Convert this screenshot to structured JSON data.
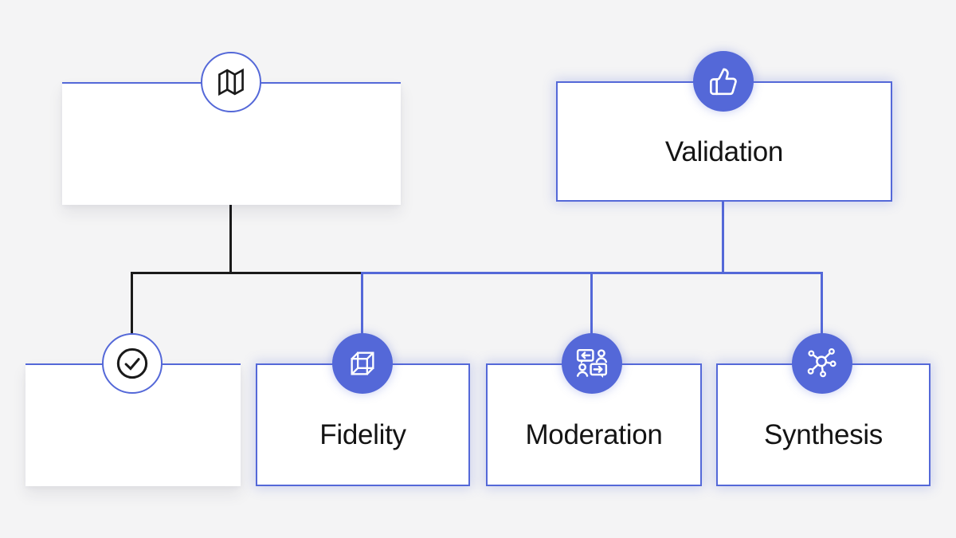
{
  "diagram": {
    "title": "process-tree-diagram",
    "colors": {
      "accent": "#5468D8",
      "line_black": "#1A1A1A",
      "background": "#F4F4F5",
      "node_fill": "#FFFFFF",
      "text": "#141414"
    },
    "nodes": {
      "map": {
        "label": "",
        "icon": "map-icon",
        "style": "white-open-top-border"
      },
      "validation": {
        "label": "Validation",
        "icon": "thumbs-up-icon",
        "style": "blue-bordered"
      },
      "check": {
        "label": "",
        "icon": "check-circle-icon",
        "style": "white-open-top-border"
      },
      "fidelity": {
        "label": "Fidelity",
        "icon": "cube-icon",
        "style": "blue-bordered"
      },
      "moderation": {
        "label": "Moderation",
        "icon": "speech-people-icon",
        "style": "blue-bordered"
      },
      "synthesis": {
        "label": "Synthesis",
        "icon": "network-hub-icon",
        "style": "blue-bordered"
      }
    },
    "edges": [
      {
        "from": "map",
        "to": "check",
        "color": "black"
      },
      {
        "from": "map",
        "to": "fidelity",
        "color": "black-then-blue"
      },
      {
        "from": "validation",
        "to": "fidelity",
        "color": "blue"
      },
      {
        "from": "validation",
        "to": "moderation",
        "color": "blue"
      },
      {
        "from": "validation",
        "to": "synthesis",
        "color": "blue"
      }
    ]
  }
}
